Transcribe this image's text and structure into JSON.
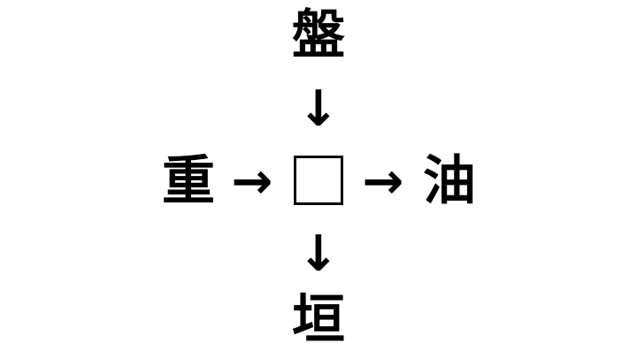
{
  "puzzle": {
    "top": "盤",
    "left": "重",
    "right": "油",
    "bottom": "垣",
    "blank": "□"
  },
  "arrows": {
    "down": "↓",
    "right": "→"
  }
}
